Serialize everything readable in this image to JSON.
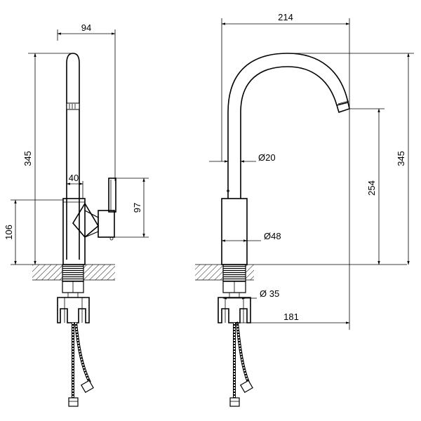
{
  "left_view": {
    "dims": {
      "width_top": "94",
      "height_total": "345",
      "handle_offset": "40",
      "handle_height": "97",
      "base_height": "106"
    }
  },
  "right_view": {
    "dims": {
      "spout_width": "214",
      "pipe_diameter": "Ø20",
      "body_diameter": "Ø48",
      "shank_diameter": "Ø 35",
      "height_total": "345",
      "spout_height": "254",
      "spout_reach": "181"
    }
  }
}
